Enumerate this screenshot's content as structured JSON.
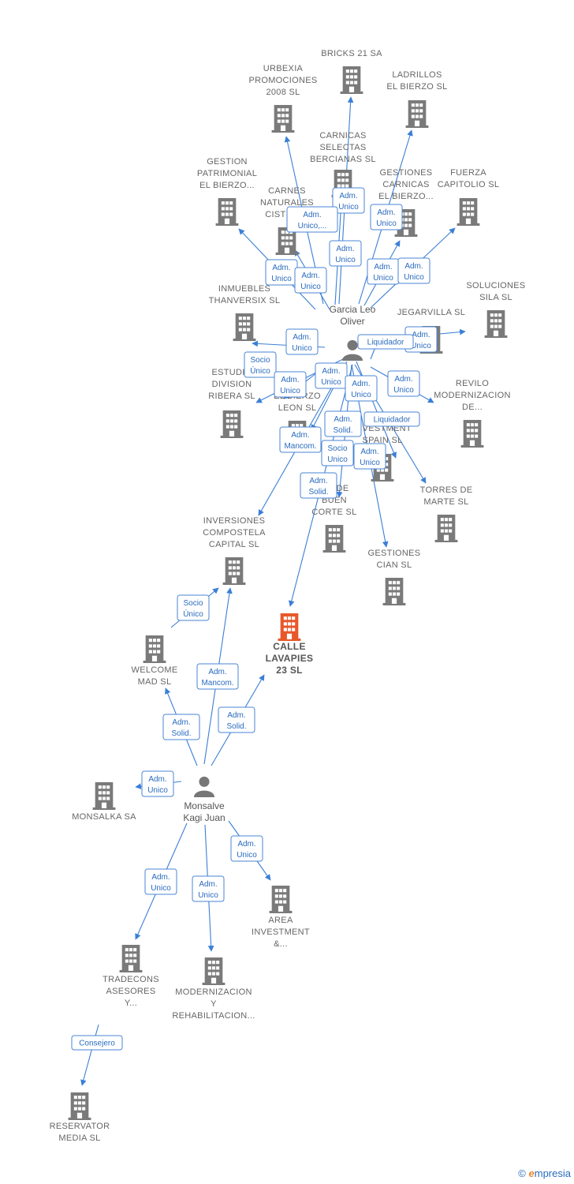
{
  "colors": {
    "building": "#7a7a7a",
    "highlight": "#e8572a",
    "edge": "#3b7fd6",
    "person": "#777777"
  },
  "persons": [
    {
      "id": "p1",
      "label": [
        "Garcia Leo",
        "Oliver"
      ]
    },
    {
      "id": "p2",
      "label": [
        "Monsalve",
        "Kagi Juan"
      ]
    }
  ],
  "companies": [
    {
      "id": "bricks",
      "label": [
        "BRICKS 21 SA"
      ]
    },
    {
      "id": "urbexia",
      "label": [
        "URBEXIA",
        "PROMOCIONES",
        "2008 SL"
      ]
    },
    {
      "id": "ladrillos",
      "label": [
        "LADRILLOS",
        "EL BIERZO SL"
      ]
    },
    {
      "id": "carnicas",
      "label": [
        "CARNICAS",
        "SELECTAS",
        "BERCIANAS SL"
      ]
    },
    {
      "id": "gestpat",
      "label": [
        "GESTION",
        "PATRIMONIAL",
        "EL BIERZO..."
      ]
    },
    {
      "id": "carnesnat",
      "label": [
        "CARNES",
        "NATURALES",
        "CISTIER..."
      ]
    },
    {
      "id": "gestcarn",
      "label": [
        "GESTIONES",
        "CARNICAS",
        "EL BIERZO..."
      ]
    },
    {
      "id": "fuerza",
      "label": [
        "FUERZA",
        "CAPITOLIO SL"
      ]
    },
    {
      "id": "soluciones",
      "label": [
        "SOLUCIONES",
        "SILA SL"
      ]
    },
    {
      "id": "inmuebles",
      "label": [
        "INMUEBLES",
        "THANVERSIX SL"
      ]
    },
    {
      "id": "jegarvilla",
      "label": [
        "JEGARVILLA SL"
      ]
    },
    {
      "id": "estudio",
      "label": [
        "ESTUDIO",
        "DIVISION",
        "RIBERA SL"
      ]
    },
    {
      "id": "elbierzo",
      "label": [
        "...",
        "EL BIERZO",
        "LEON SL"
      ]
    },
    {
      "id": "invest",
      "label": [
        "...L",
        "INVESTMENT",
        "SPAIN SL"
      ]
    },
    {
      "id": "revilo",
      "label": [
        "REVILO",
        "MODERNIZACION",
        "DE..."
      ]
    },
    {
      "id": "buencorte",
      "label": [
        "...S DE",
        "BUEN",
        "CORTE SL"
      ]
    },
    {
      "id": "torres",
      "label": [
        "TORRES DE",
        "MARTE SL"
      ]
    },
    {
      "id": "compostela",
      "label": [
        "INVERSIONES",
        "COMPOSTELA",
        "CAPITAL SL"
      ]
    },
    {
      "id": "cian",
      "label": [
        "GESTIONES",
        "CIAN SL"
      ]
    },
    {
      "id": "lavapies",
      "label": [
        "CALLE",
        "LAVAPIES",
        "23 SL"
      ],
      "main": true
    },
    {
      "id": "welcome",
      "label": [
        "WELCOME",
        "MAD SL"
      ]
    },
    {
      "id": "monsalka",
      "label": [
        "MONSALKA SA"
      ]
    },
    {
      "id": "area",
      "label": [
        "AREA",
        "INVESTMENT",
        "&..."
      ]
    },
    {
      "id": "tradecons",
      "label": [
        "TRADECONS",
        "ASESORES",
        "Y..."
      ]
    },
    {
      "id": "modern",
      "label": [
        "MODERNIZACION",
        "Y",
        "REHABILITACION..."
      ]
    },
    {
      "id": "reservator",
      "label": [
        "RESERVATOR",
        "MEDIA SL"
      ]
    }
  ],
  "badges": [
    {
      "id": "b1",
      "lines": [
        "Adm.",
        "Unico"
      ]
    },
    {
      "id": "b2",
      "lines": [
        "Adm.",
        "Unico,..."
      ]
    },
    {
      "id": "b3",
      "lines": [
        "Adm.",
        "Unico"
      ]
    },
    {
      "id": "b4",
      "lines": [
        "Adm.",
        "Unico"
      ]
    },
    {
      "id": "b5",
      "lines": [
        "Adm.",
        "Unico"
      ]
    },
    {
      "id": "b6",
      "lines": [
        "Adm.",
        "Unico"
      ]
    },
    {
      "id": "b7",
      "lines": [
        "Adm.",
        "Unico"
      ]
    },
    {
      "id": "b8",
      "lines": [
        "Adm.",
        "Unico"
      ]
    },
    {
      "id": "b9",
      "lines": [
        "Adm.",
        "Unico"
      ]
    },
    {
      "id": "b10",
      "lines": [
        "Liquidador"
      ]
    },
    {
      "id": "b11",
      "lines": [
        "Adm.",
        "Unico"
      ]
    },
    {
      "id": "b12",
      "lines": [
        "Socio",
        "Único"
      ]
    },
    {
      "id": "b13",
      "lines": [
        "Adm.",
        "Unico"
      ]
    },
    {
      "id": "b14",
      "lines": [
        "Adm.",
        "Unico"
      ]
    },
    {
      "id": "b15",
      "lines": [
        "Adm.",
        "Unico"
      ]
    },
    {
      "id": "b16",
      "lines": [
        "Adm.",
        "Unico"
      ]
    },
    {
      "id": "b17",
      "lines": [
        "Adm.",
        "Solid."
      ]
    },
    {
      "id": "b18",
      "lines": [
        "Liquidador"
      ]
    },
    {
      "id": "b19",
      "lines": [
        "Adm.",
        "Mancom."
      ]
    },
    {
      "id": "b20",
      "lines": [
        "Socio",
        "Unico"
      ]
    },
    {
      "id": "b21",
      "lines": [
        "Adm.",
        "Unico"
      ]
    },
    {
      "id": "b22",
      "lines": [
        "Adm.",
        "Solid."
      ]
    },
    {
      "id": "b23",
      "lines": [
        "Socio",
        "Único"
      ]
    },
    {
      "id": "b24",
      "lines": [
        "Adm.",
        "Mancom."
      ]
    },
    {
      "id": "b25",
      "lines": [
        "Adm.",
        "Solid."
      ]
    },
    {
      "id": "b26",
      "lines": [
        "Adm.",
        "Solid."
      ]
    },
    {
      "id": "b27",
      "lines": [
        "Adm.",
        "Unico"
      ]
    },
    {
      "id": "b28",
      "lines": [
        "Adm.",
        "Unico"
      ]
    },
    {
      "id": "b29",
      "lines": [
        "Adm.",
        "Unico"
      ]
    },
    {
      "id": "b30",
      "lines": [
        "Adm.",
        "Unico"
      ]
    },
    {
      "id": "b31",
      "lines": [
        "Consejero"
      ]
    }
  ],
  "footer": {
    "copyright": "©",
    "brand_e": "e",
    "brand_rest": "mpresia"
  }
}
